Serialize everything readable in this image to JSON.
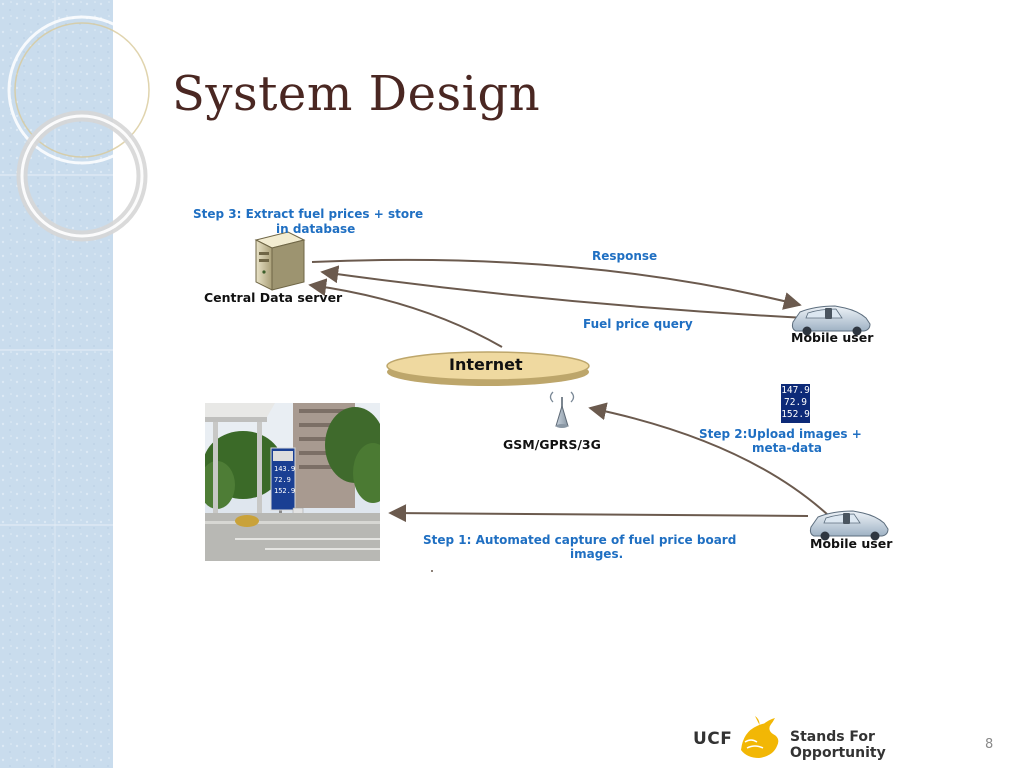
{
  "slide": {
    "title": "System Design",
    "page_number": "8"
  },
  "diagram": {
    "step3_line1": "Step 3: Extract fuel prices + store",
    "step3_line2": "in database",
    "server_label": "Central Data server",
    "response_label": "Response",
    "query_label": "Fuel price query",
    "mobile_user_top": "Mobile user",
    "internet_label": "Internet",
    "tower_label": "GSM/GPRS/3G",
    "step2_line1": "Step 2:Upload images +",
    "step2_line2": "meta-data",
    "step1_line1": "Step 1: Automated capture of fuel price board",
    "step1_line2": "images.",
    "mobile_user_bottom": "Mobile user",
    "price_board_values": [
      "147.9",
      "72.9",
      "152.9"
    ],
    "photo_sign_values": [
      "143.9",
      "72.9",
      "152.9"
    ]
  },
  "footer": {
    "ucf": "UCF",
    "tagline": "Stands For Opportunity"
  },
  "colors": {
    "title": "#4a2722",
    "step_labels": "#1f6fc2",
    "internet_disc": "#efd9a0",
    "side_panel": "#c9dced",
    "arrows": "#6b5a4e"
  }
}
